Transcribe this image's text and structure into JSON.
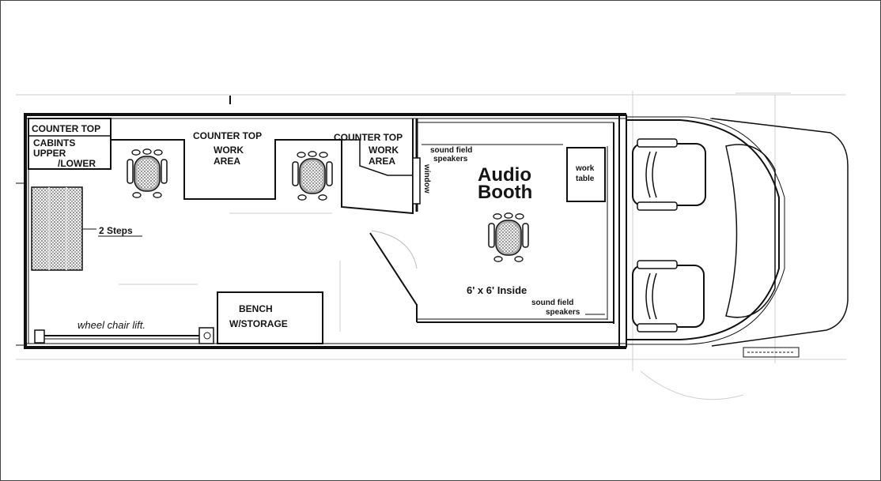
{
  "labels": {
    "counter_top_left": "COUNTER TOP",
    "cabinets_upper": "CABINTS",
    "cabinets_upper_2": "UPPER",
    "cabinets_lower": "/LOWER",
    "counter_top_1": "COUNTER TOP",
    "work_area_1a": "WORK",
    "work_area_1b": "AREA",
    "counter_top_2": "COUNTER TOP",
    "work_area_2a": "WORK",
    "work_area_2b": "AREA",
    "sound_field_1a": "sound field",
    "sound_field_1b": "speakers",
    "window": "window",
    "audio": "Audio",
    "booth": "Booth",
    "work_table_a": "work",
    "work_table_b": "table",
    "two_steps": "2 Steps",
    "inside": "6' x 6' Inside",
    "sound_field_2a": "sound field",
    "sound_field_2b": "speakers",
    "bench_a": "BENCH",
    "bench_b": "W/STORAGE",
    "wheelchair": "wheel chair lift."
  },
  "colors": {
    "ink": "#111111",
    "paper": "#ffffff",
    "faint": "#cfcfcf"
  },
  "icons": [
    "office-chair-icon",
    "driver-seat-icon",
    "passenger-seat-icon",
    "steps-icon"
  ]
}
